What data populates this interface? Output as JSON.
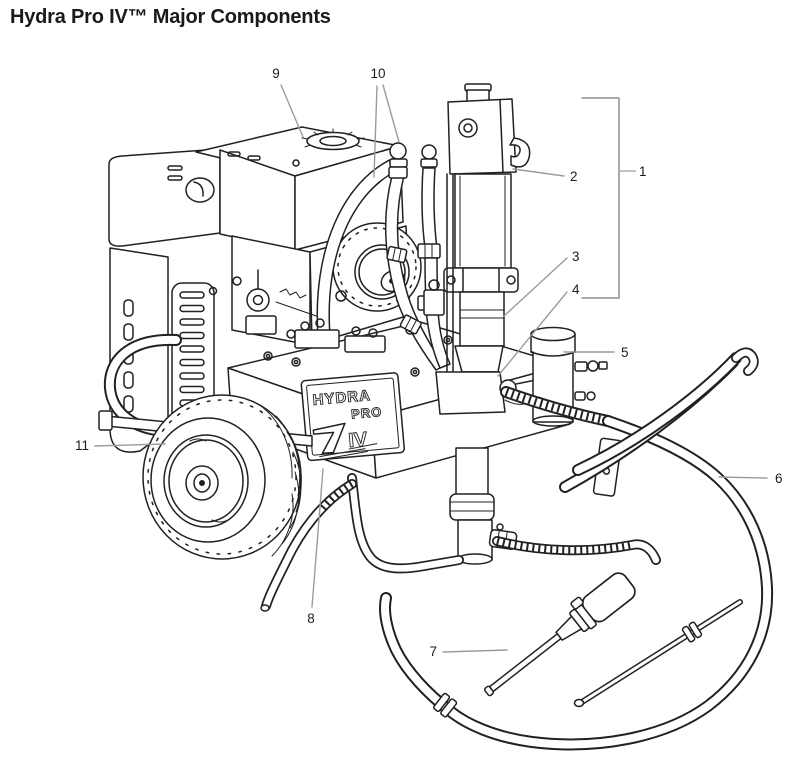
{
  "page": {
    "title": "Hydra Pro IV™ Major Components",
    "background": "#ffffff"
  },
  "diagram": {
    "type": "exploded-component-callout-illustration",
    "machine_plate": {
      "line1": "HYDRA",
      "line2": "PRO",
      "line3": "IV"
    },
    "callouts": [
      "1",
      "2",
      "3",
      "4",
      "5",
      "6",
      "7",
      "8",
      "9",
      "10",
      "11"
    ],
    "colors": {
      "ink": "#212121",
      "leader_line": "#9b9b9b",
      "background": "#ffffff"
    }
  }
}
